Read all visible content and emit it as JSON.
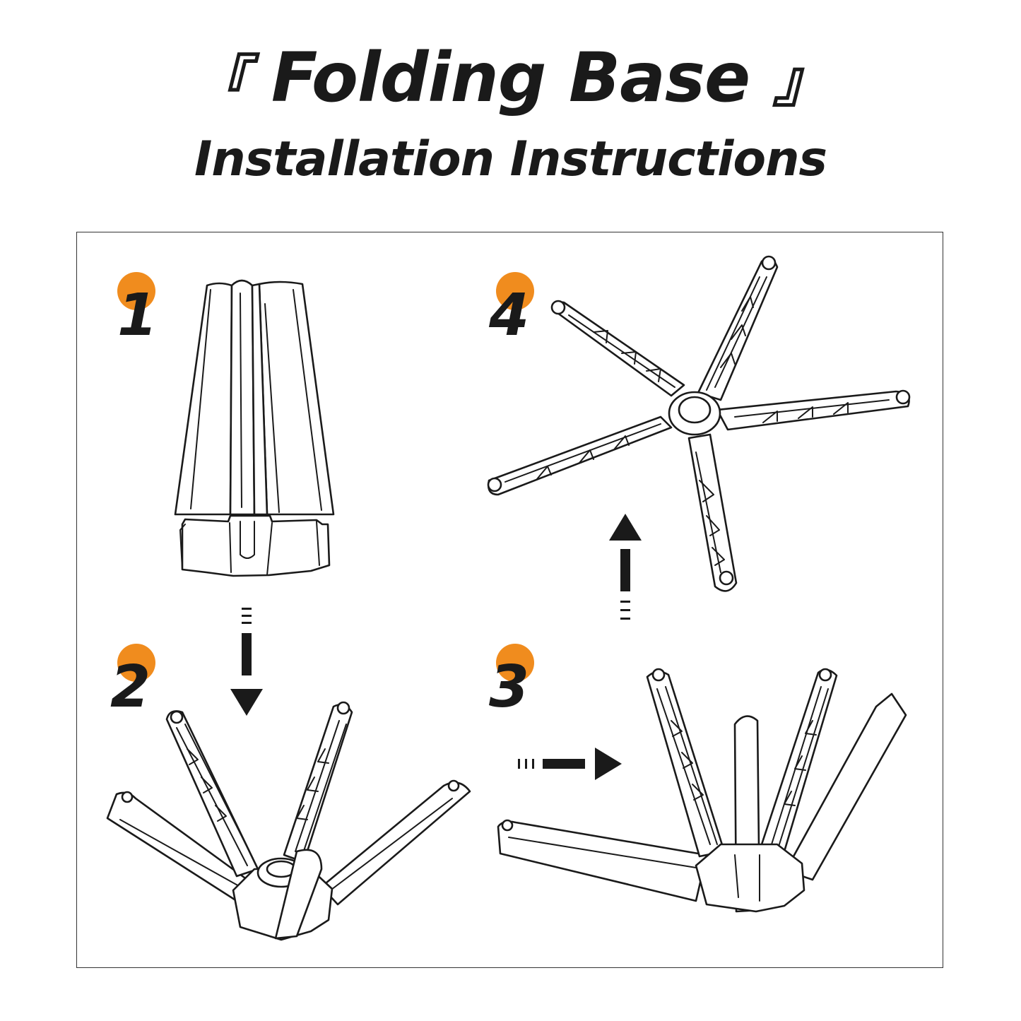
{
  "header": {
    "open_bracket": "『",
    "title": "Folding Base",
    "close_bracket": "』",
    "subtitle": "Installation Instructions"
  },
  "steps": [
    {
      "number": "1",
      "state": "folded"
    },
    {
      "number": "2",
      "state": "legs-partially-open"
    },
    {
      "number": "3",
      "state": "legs-opening"
    },
    {
      "number": "4",
      "state": "fully-open-five-star"
    }
  ],
  "colors": {
    "accent": "#F08C1E",
    "ink": "#1A1A1A",
    "background": "#FFFFFF"
  },
  "icons": [
    "arrow-down-icon",
    "arrow-right-icon",
    "arrow-up-icon"
  ]
}
